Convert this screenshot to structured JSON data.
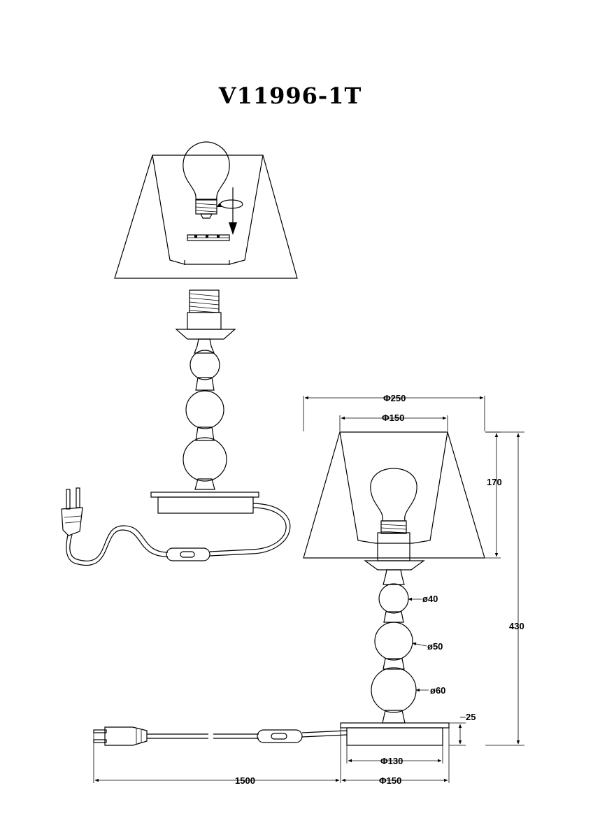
{
  "title": "V11996-1T",
  "dimensions": {
    "shade_outer_diameter": "Φ250",
    "shade_inner_diameter": "Φ150",
    "shade_height": "170",
    "total_height": "430",
    "ball_small": "ø40",
    "ball_medium": "ø50",
    "ball_large": "ø60",
    "base_height": "25",
    "base_inner_diameter": "Φ130",
    "base_outer_diameter": "Φ150",
    "cord_length": "1500"
  }
}
